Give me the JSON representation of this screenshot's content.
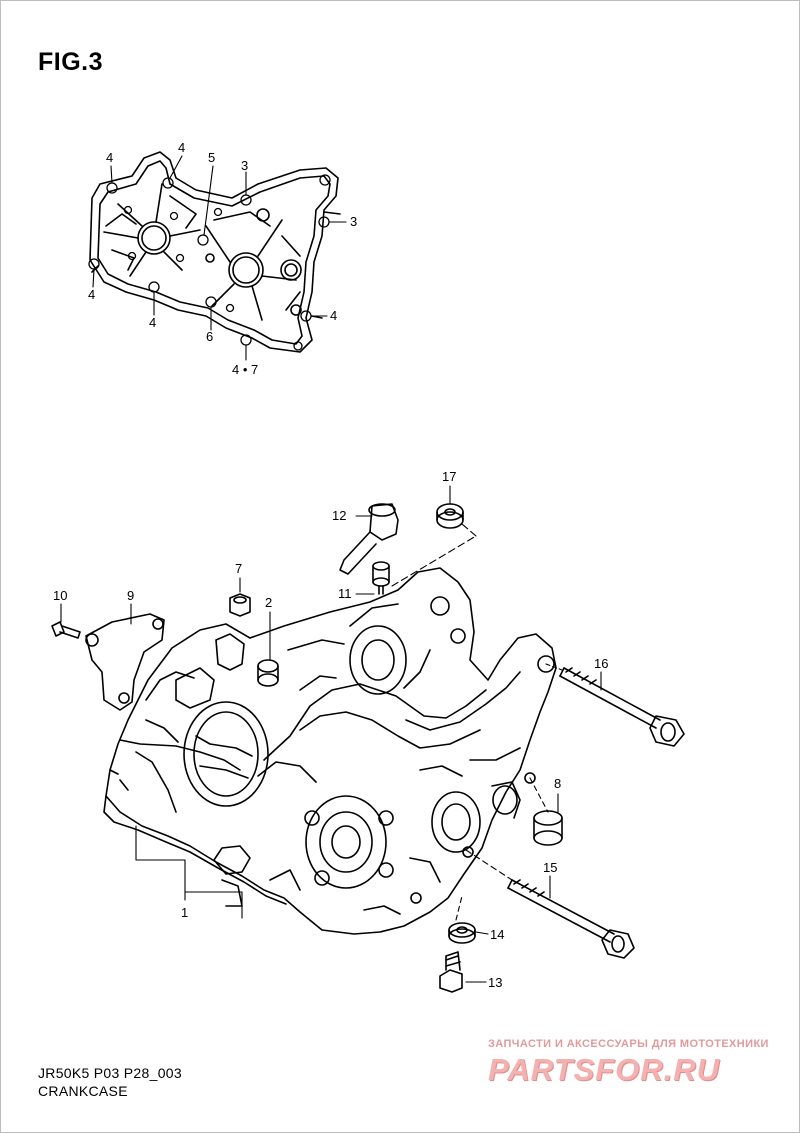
{
  "figure": {
    "title": "FIG.3"
  },
  "callouts": {
    "gasket": [
      "4",
      "4",
      "5",
      "3",
      "3",
      "4",
      "4",
      "6",
      "4",
      "4 • 7"
    ],
    "crankcase": [
      "17",
      "12",
      "11",
      "7",
      "2",
      "10",
      "9",
      "16",
      "8",
      "15",
      "14",
      "13",
      "1"
    ]
  },
  "footer": {
    "code": "JR50K5 P03 P28_003",
    "name": "CRANKCASE"
  },
  "watermark": {
    "tagline": "ЗАПЧАСТИ И АКСЕССУАРЫ ДЛЯ МОТОТЕХНИКИ",
    "logo": "PARTSFOR.RU",
    "color": "#e07a7a"
  }
}
